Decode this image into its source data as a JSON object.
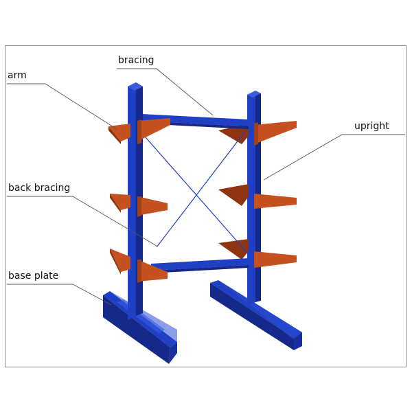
{
  "labels": {
    "bracing": "bracing",
    "arm": "arm",
    "upright": "upright",
    "back_bracing": "back bracing",
    "base_plate": "base plate"
  },
  "colors": {
    "upright_blue": "#1f3fc4",
    "upright_dark": "#14298a",
    "arm_orange": "#c4511f",
    "arm_dark": "#8e3410",
    "leader_line": "#555555",
    "frame_border": "#8a8a8a"
  }
}
